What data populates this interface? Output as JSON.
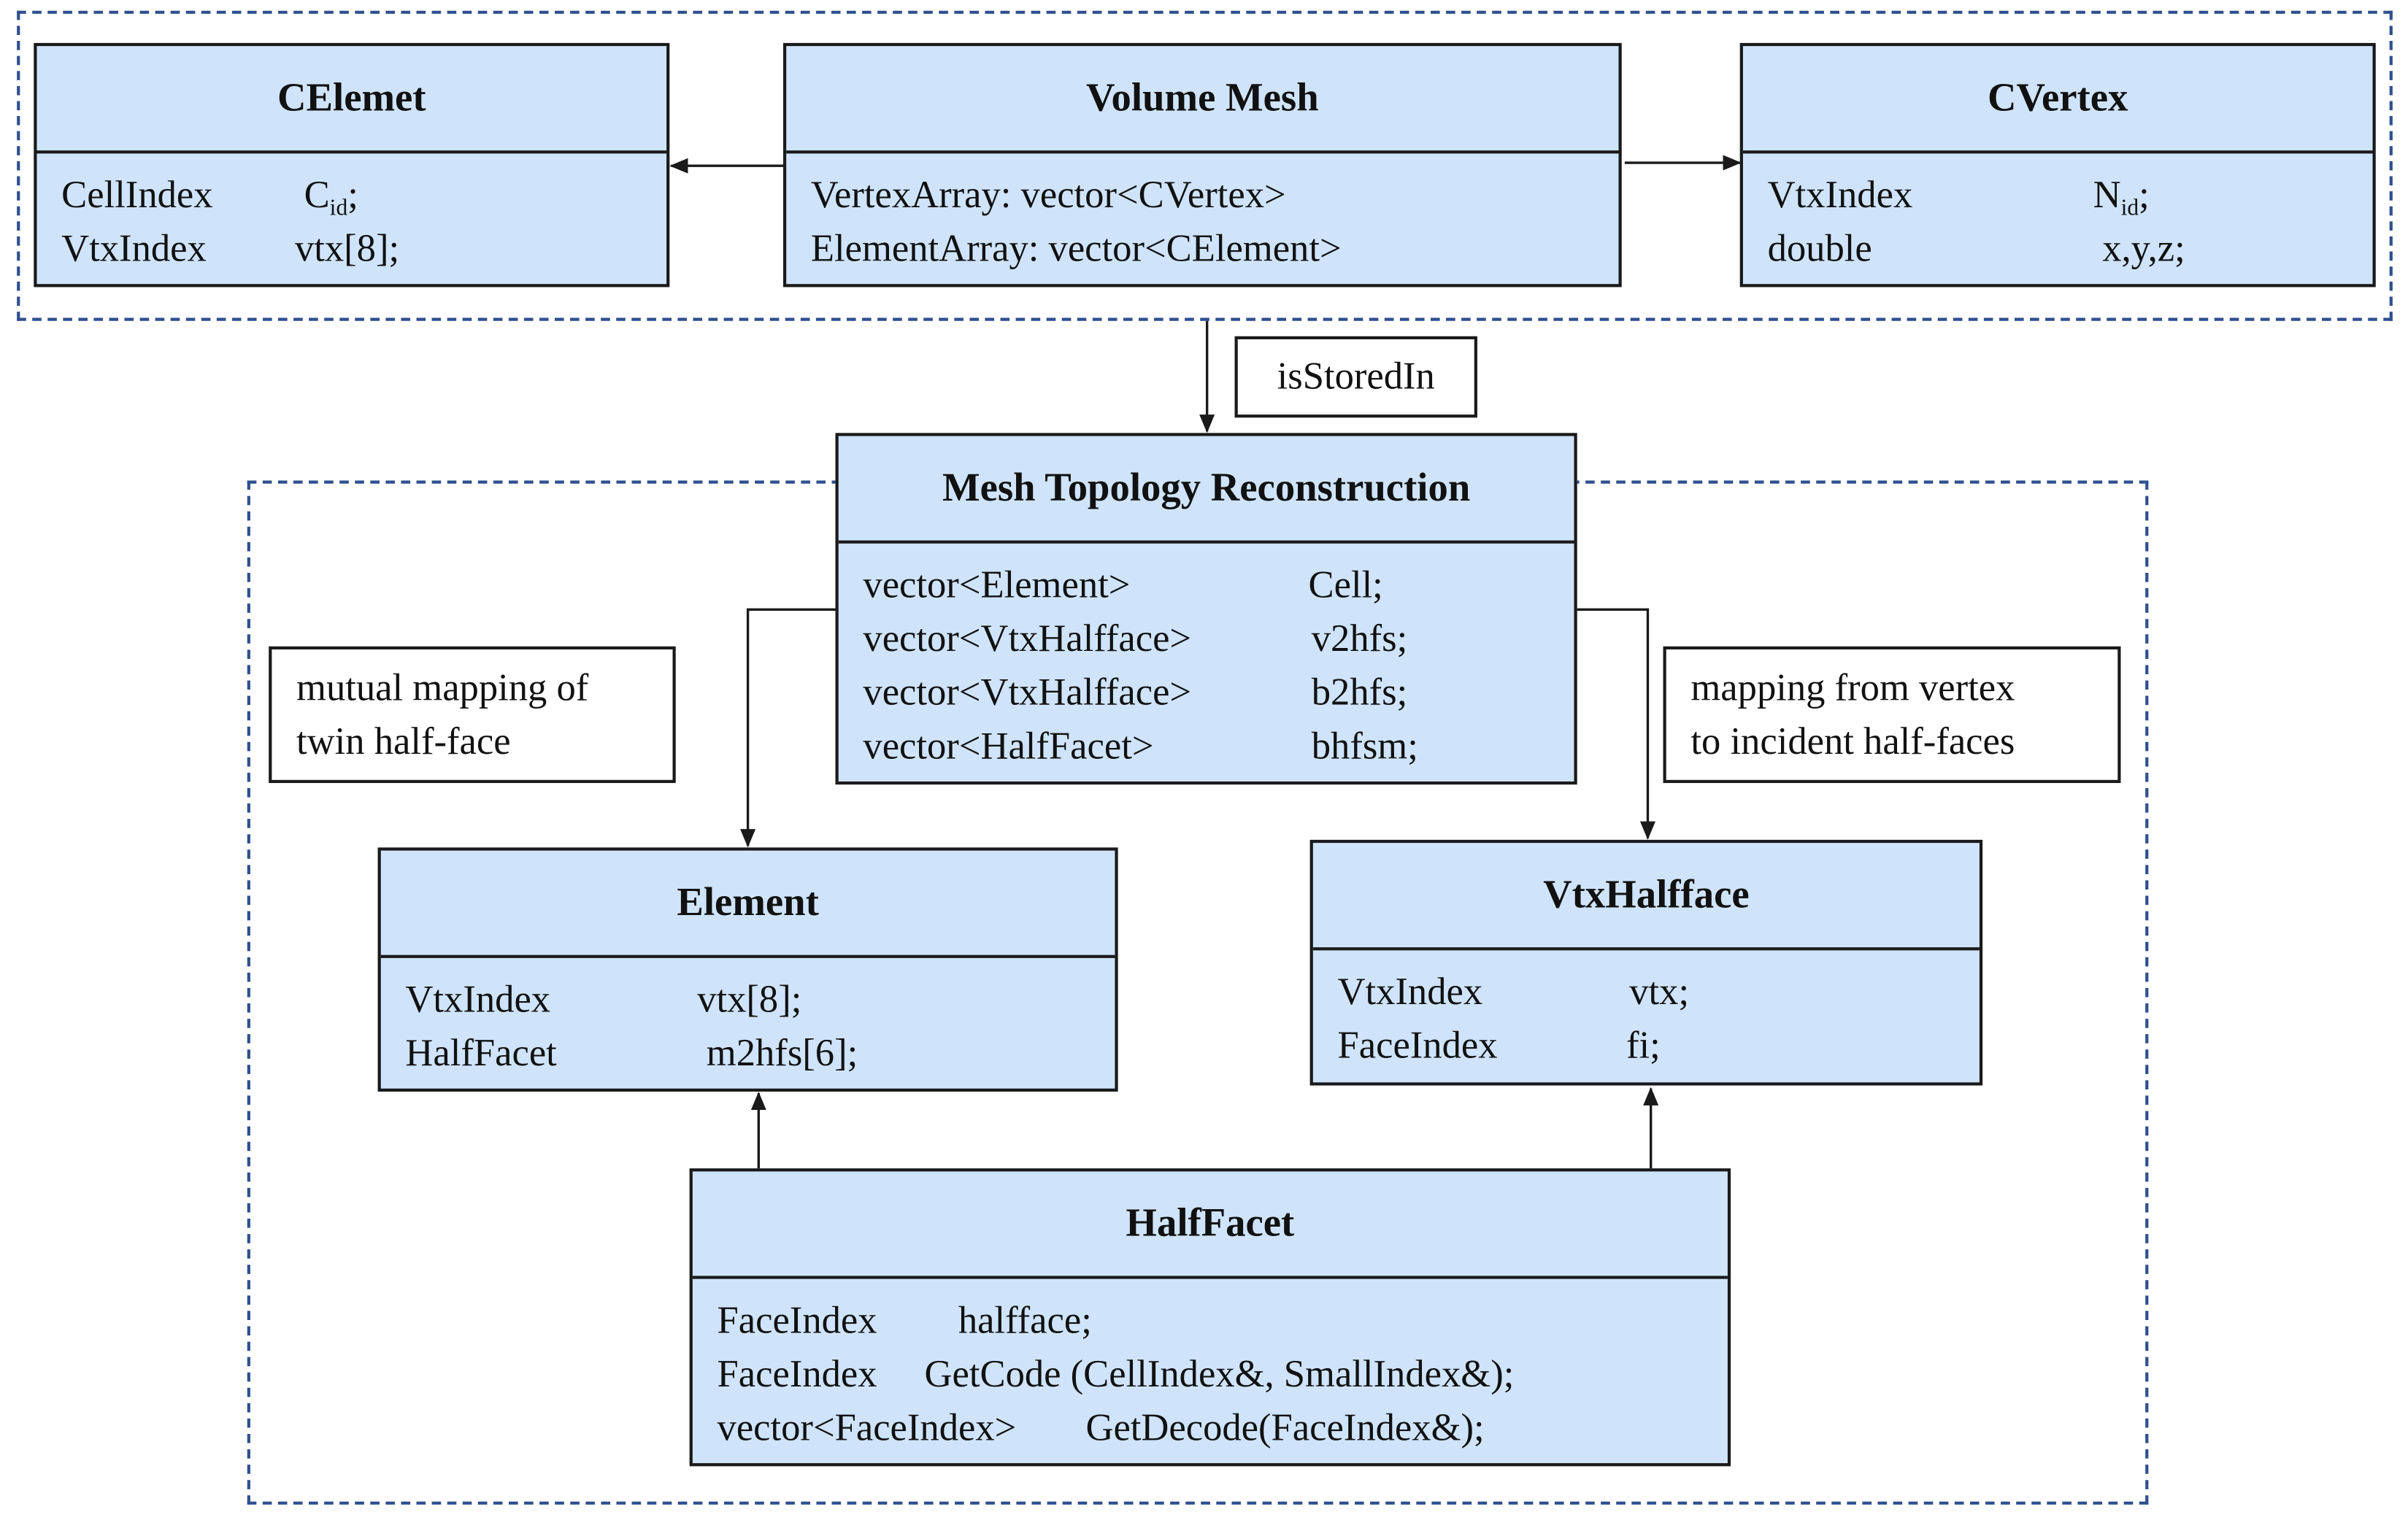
{
  "frames": [
    {
      "name": "top-group"
    },
    {
      "name": "reconstruction-group"
    }
  ],
  "classes": {
    "celemet": {
      "title": "CElemet",
      "fields": [
        {
          "type": "CellIndex",
          "name": "C",
          "sub": "id",
          "suffix": ";"
        },
        {
          "type": "VtxIndex",
          "name": "vtx[8];"
        }
      ]
    },
    "volume_mesh": {
      "title": "Volume Mesh",
      "fields": [
        {
          "type": "VertexArray: vector<CVertex>"
        },
        {
          "type": "ElementArray: vector<CElement>"
        }
      ]
    },
    "cvertex": {
      "title": "CVertex",
      "fields": [
        {
          "type": "VtxIndex",
          "name": "N",
          "sub": "id",
          "suffix": ";"
        },
        {
          "type": "double",
          "name": "x,y,z;"
        }
      ]
    },
    "mesh_topology": {
      "title": "Mesh Topology Reconstruction",
      "fields": [
        {
          "type": "vector<Element>",
          "name": "Cell;"
        },
        {
          "type": "vector<VtxHalfface>",
          "name": "v2hfs;"
        },
        {
          "type": "vector<VtxHalfface>",
          "name": "b2hfs;"
        },
        {
          "type": "vector<HalfFacet>",
          "name": "bhfsm;"
        }
      ]
    },
    "element": {
      "title": "Element",
      "fields": [
        {
          "type": "VtxIndex",
          "name": "vtx[8];"
        },
        {
          "type": "HalfFacet",
          "name": "m2hfs[6];"
        }
      ]
    },
    "vtxhalfface": {
      "title": "VtxHalfface",
      "fields": [
        {
          "type": "VtxIndex",
          "name": "vtx;"
        },
        {
          "type": "FaceIndex",
          "name": "fi;"
        }
      ]
    },
    "halffacet": {
      "title": "HalfFacet",
      "fields": [
        {
          "type": "FaceIndex",
          "name": "halfface;"
        },
        {
          "type": "FaceIndex",
          "name": "GetCode (CellIndex&, SmallIndex&);"
        },
        {
          "type": "vector<FaceIndex>",
          "name": "GetDecode(FaceIndex&);"
        }
      ]
    }
  },
  "notes": {
    "is_stored_in": "isStoredIn",
    "twin_mapping": [
      "mutual mapping of",
      "twin half-face"
    ],
    "vertex_mapping": [
      "mapping from vertex",
      "to incident half-faces"
    ]
  },
  "colors": {
    "box_fill": "#cfe4fb",
    "frame_dash": "#2f4f8f",
    "line": "#1a1a1a"
  }
}
